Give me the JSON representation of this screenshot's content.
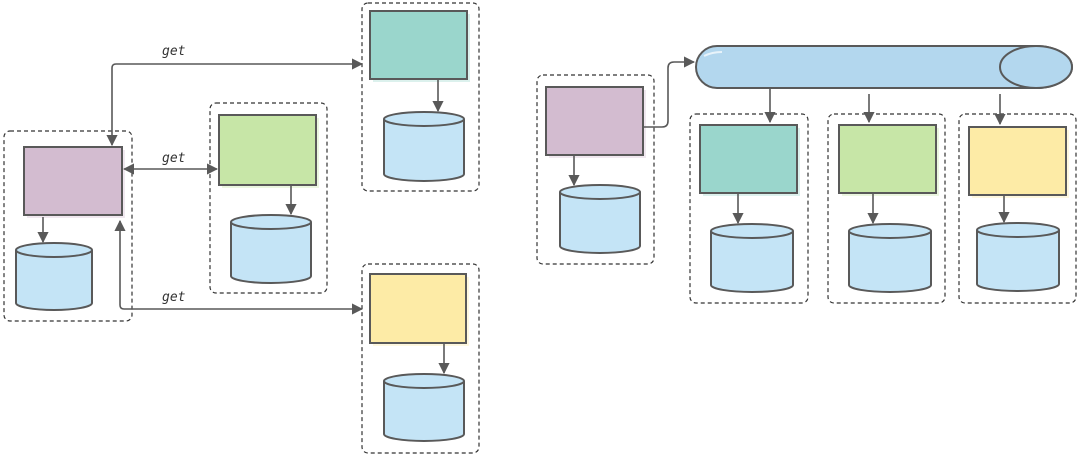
{
  "labels": {
    "get_top": "get",
    "get_middle": "get",
    "get_bottom": "get"
  },
  "colors": {
    "purple": "#d3bcd0",
    "green": "#c7e6a7",
    "teal": "#9ad6cc",
    "yellow": "#fdeba6",
    "db": "#c4e4f6",
    "queue": "#b3d7ee",
    "stroke": "#595959"
  },
  "icons": {
    "database": "cylinder-icon",
    "queue": "horizontal-cylinder-icon"
  }
}
